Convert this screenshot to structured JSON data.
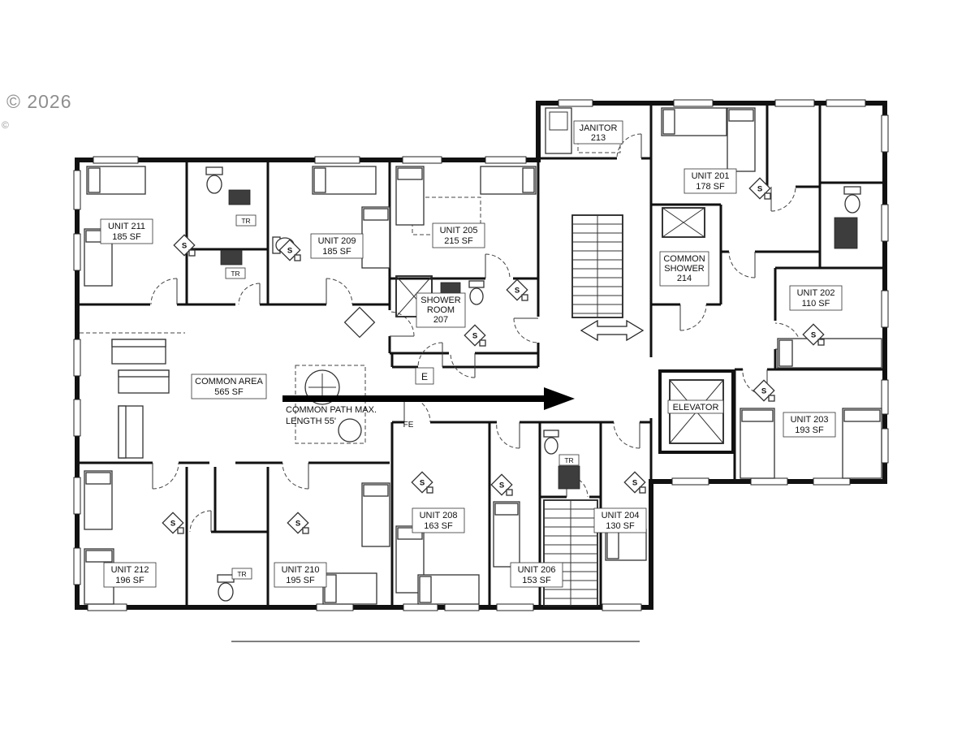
{
  "watermark": {
    "main": "© 2026",
    "small": "©"
  },
  "rooms": {
    "unit211": {
      "l1": "UNIT 211",
      "l2": "185 SF"
    },
    "unit209": {
      "l1": "UNIT 209",
      "l2": "185 SF"
    },
    "unit205": {
      "l1": "UNIT 205",
      "l2": "215 SF"
    },
    "shower207": {
      "l1": "SHOWER",
      "l2": "ROOM",
      "l3": "207"
    },
    "janitor213": {
      "l1": "JANITOR",
      "l2": "213"
    },
    "unit201": {
      "l1": "UNIT 201",
      "l2": "178 SF"
    },
    "shower214": {
      "l1": "COMMON",
      "l2": "SHOWER",
      "l3": "214"
    },
    "unit202": {
      "l1": "UNIT 202",
      "l2": "110 SF"
    },
    "common_area": {
      "l1": "COMMON AREA",
      "l2": "565 SF"
    },
    "elevator": {
      "l1": "ELEVATOR"
    },
    "unit203": {
      "l1": "UNIT 203",
      "l2": "193 SF"
    },
    "unit212": {
      "l1": "UNIT 212",
      "l2": "196 SF"
    },
    "unit210": {
      "l1": "UNIT 210",
      "l2": "195 SF"
    },
    "unit208": {
      "l1": "UNIT 208",
      "l2": "163 SF"
    },
    "unit206": {
      "l1": "UNIT 206",
      "l2": "153 SF"
    },
    "unit204": {
      "l1": "UNIT 204",
      "l2": "130 SF"
    }
  },
  "annotations": {
    "common_path_1": "COMMON PATH MAX.",
    "common_path_2": "LENGTH 55'",
    "exit": "E",
    "fire_extinguisher": "FE",
    "trash": "TR",
    "smoke": "S"
  }
}
